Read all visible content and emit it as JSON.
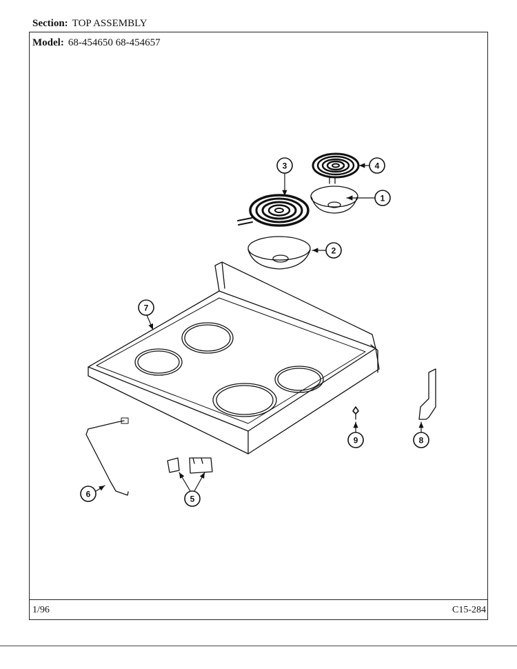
{
  "header": {
    "section_label": "Section:",
    "section_value": "TOP ASSEMBLY",
    "model_label": "Model:",
    "model_value": "68-454650  68-454657"
  },
  "footer": {
    "date": "1/96",
    "code": "C15-284"
  },
  "callouts": {
    "c1": "1",
    "c2": "2",
    "c3": "3",
    "c4": "4",
    "c5": "5",
    "c6": "6",
    "c7": "7",
    "c8": "8",
    "c9": "9"
  }
}
